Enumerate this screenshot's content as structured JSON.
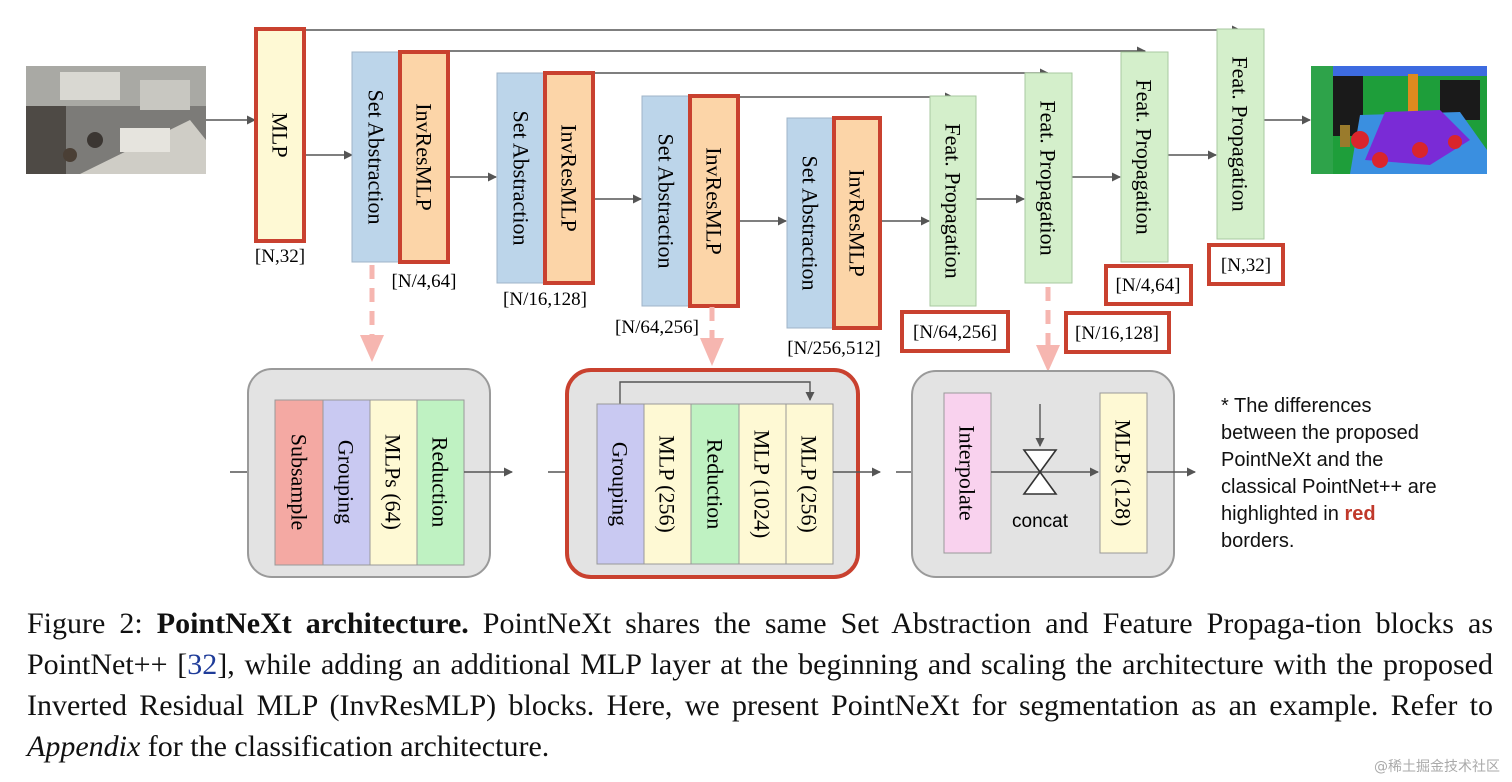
{
  "colors": {
    "mlp": "#fef9d4",
    "set_abstraction": "#bcd5ea",
    "invresmlp": "#fcd5a8",
    "feat_propagation": "#d4efcb",
    "subsample": "#f4a9a3",
    "grouping": "#c9c9f2",
    "mlps": "#fef9d4",
    "reduction": "#bff2c2",
    "interpolate": "#f9d2ee",
    "red_border": "#c9412f",
    "yellow_border": "#e9c05a",
    "arrow_pink": "#f6b6b0",
    "module_bg": "#e3e3e3"
  },
  "images": {
    "input_scene": "photo-icon",
    "output_scene": "segmentation-map-icon"
  },
  "top": {
    "mlp": "MLP",
    "sa": "Set Abstraction",
    "inv": "InvResMLP",
    "fp": "Feat. Propagation",
    "shapes": {
      "mlp": "[N,32]",
      "s1": "[N/4,64]",
      "s2": "[N/16,128]",
      "s3": "[N/64,256]",
      "s4": "[N/256,512]",
      "f1": "[N/64,256]",
      "f2": "[N/16,128]",
      "f3": "[N/4,64]",
      "f4": "[N,32]"
    }
  },
  "sa_block": {
    "subsample": "Subsample",
    "grouping": "Grouping",
    "mlps": "MLPs (64)",
    "reduction": "Reduction"
  },
  "inv_block": {
    "grouping": "Grouping",
    "mlp1": "MLP (256)",
    "reduction": "Reduction",
    "mlp2": "MLP (1024)",
    "mlp3": "MLP (256)"
  },
  "fp_block": {
    "interpolate": "Interpolate",
    "concat": "concat",
    "mlps": "MLPs (128)"
  },
  "note": {
    "line1": "* The differences",
    "line2": "between the proposed",
    "line3": "PointNeXt and the",
    "line4": "classical PointNet++ are",
    "line5_a": "highlighted in ",
    "line5_red": "red",
    "line6": "borders."
  },
  "caption": {
    "lead": "Figure 2: ",
    "title": "PointNeXt architecture.",
    "part1": " PointNeXt shares the same Set Abstraction and Feature Propaga-tion blocks as PointNet++ [",
    "ref": "32",
    "part2": "], while adding an additional MLP layer at the beginning and scaling the architecture with the proposed Inverted Residual MLP (InvResMLP) blocks. Here, we present PointNeXt for segmentation as an example. Refer to ",
    "appendix": "Appendix",
    "part3": " for the classification architecture."
  },
  "watermark": "@稀土掘金技术社区"
}
